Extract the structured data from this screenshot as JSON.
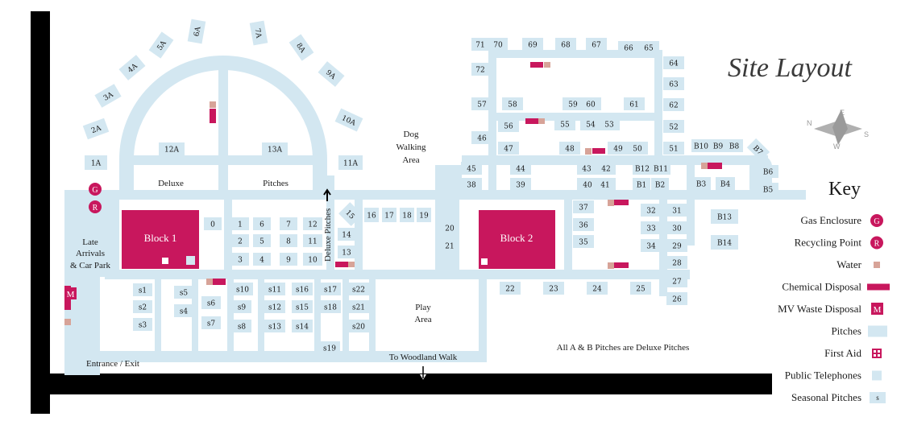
{
  "title": "Site Layout",
  "colors": {
    "pitch": "#d3e7f1",
    "magenta": "#c8175d",
    "water": "#d7a398",
    "road_black": "#000000"
  },
  "compass": {
    "letters": [
      "N",
      "E",
      "S",
      "W"
    ]
  },
  "blocks": {
    "block1": "Block 1",
    "block2": "Block 2"
  },
  "areas": {
    "deluxe": "Deluxe",
    "pitches": "Pitches",
    "deluxe_pitches": "Deluxe Pitches",
    "dog1": "Dog",
    "dog2": "Walking",
    "dog3": "Area",
    "late1": "Late",
    "late2": "Arrivals",
    "late3": "& Car Park",
    "play1": "Play",
    "play2": "Area",
    "woodland": "To Woodland Walk",
    "entrance": "Entrance / Exit",
    "note": "All A & B Pitches are Deluxe Pitches"
  },
  "icons": {
    "gas": "G",
    "recycle": "R",
    "mv": "M"
  },
  "key": {
    "title": "Key",
    "items": [
      {
        "label": "Gas Enclosure",
        "icon": "gas-icon"
      },
      {
        "label": "Recycling Point",
        "icon": "recycling-icon"
      },
      {
        "label": "Water",
        "icon": "water-icon"
      },
      {
        "label": "Chemical Disposal",
        "icon": "chemical-disposal-icon"
      },
      {
        "label": "MV Waste Disposal",
        "icon": "mv-waste-icon"
      },
      {
        "label": "Pitches",
        "icon": "pitch-icon"
      },
      {
        "label": "First Aid",
        "icon": "first-aid-icon"
      },
      {
        "label": "Public Telephones",
        "icon": "telephone-icon"
      },
      {
        "label": "Seasonal Pitches",
        "icon": "seasonal-icon",
        "symbol": "s"
      }
    ]
  },
  "pitches": {
    "p1A": "1A",
    "p2A": "2A",
    "p3A": "3A",
    "p4A": "4A",
    "p5A": "5A",
    "p6A": "6A",
    "p7A": "7A",
    "p8A": "8A",
    "p9A": "9A",
    "p10A": "10A",
    "p11A": "11A",
    "p12A": "12A",
    "p13A": "13A",
    "p0": "0",
    "p1": "1",
    "p2": "2",
    "p3": "3",
    "p4": "4",
    "p5": "5",
    "p6": "6",
    "p7": "7",
    "p8": "8",
    "p9": "9",
    "p10": "10",
    "p11": "11",
    "p12": "12",
    "p13": "13",
    "p14": "14",
    "p15": "15",
    "p16": "16",
    "p17": "17",
    "p18": "18",
    "p19": "19",
    "p20": "20",
    "p21": "21",
    "p22": "22",
    "p23": "23",
    "p24": "24",
    "p25": "25",
    "p26": "26",
    "p27": "27",
    "p28": "28",
    "p29": "29",
    "p30": "30",
    "p31": "31",
    "p32": "32",
    "p33": "33",
    "p34": "34",
    "p35": "35",
    "p36": "36",
    "p37": "37",
    "p38": "38",
    "p39": "39",
    "p40": "40",
    "p41": "41",
    "p42": "42",
    "p43": "43",
    "p44": "44",
    "p45": "45",
    "p46": "46",
    "p47": "47",
    "p48": "48",
    "p49": "49",
    "p50": "50",
    "p51": "51",
    "p52": "52",
    "p53": "53",
    "p54": "54",
    "p55": "55",
    "p56": "56",
    "p57": "57",
    "p58": "58",
    "p59": "59",
    "p60": "60",
    "p61": "61",
    "p62": "62",
    "p63": "63",
    "p64": "64",
    "p65": "65",
    "p66": "66",
    "p67": "67",
    "p68": "68",
    "p69": "69",
    "p70": "70",
    "p71": "71",
    "p72": "72",
    "B1": "B1",
    "B2": "B2",
    "B3": "B3",
    "B4": "B4",
    "B5": "B5",
    "B6": "B6",
    "B7": "B7",
    "B8": "B8",
    "B9": "B9",
    "B10": "B10",
    "B11": "B11",
    "B12": "B12",
    "B13": "B13",
    "B14": "B14",
    "s1": "s1",
    "s2": "s2",
    "s3": "s3",
    "s4": "s4",
    "s5": "s5",
    "s6": "s6",
    "s7": "s7",
    "s8": "s8",
    "s9": "s9",
    "s10": "s10",
    "s11": "s11",
    "s12": "s12",
    "s13": "s13",
    "s14": "s14",
    "s15": "s15",
    "s16": "s16",
    "s17": "s17",
    "s18": "s18",
    "s19": "s19",
    "s20": "s20",
    "s21": "s21",
    "s22": "s22"
  }
}
